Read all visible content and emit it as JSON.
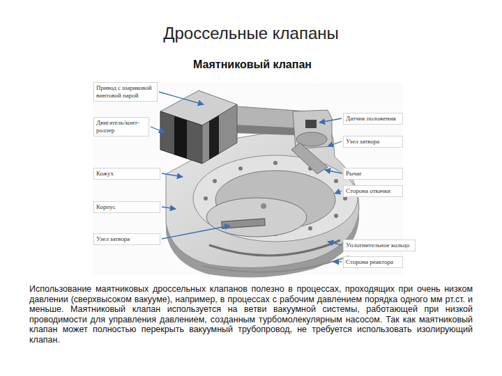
{
  "diagram": {
    "title": "Дроссельные клапаны",
    "caption": "Использование маятниковых дроссельных клапанов полезно в процессах, проходящих при очень низком давлении (сверхвысоком вакууме), например, в процессах с рабочим давлением порядка одного мм рт.ст. и меньше. Маятниковый клапан используется на ветви вакуумной системы, работающей при низкой проводимости для управления давлением, созданным турбомолекулярным насосом. Так как маятниковый клапан может полностью перекрыть вакуумный трубопровод, не требуется использовать изолирующий клапан.",
    "labels": [
      "Маятниковый клапан",
      "Привод с шариковой винтовой парой",
      "Двигатель/конт-роллер",
      "Датчик положения",
      "Узел затвора",
      "Кожух",
      "Рычаг",
      "Сторона откачки",
      "Корпус",
      "Узел затвора",
      "Уплотнительное кольцо",
      "Сторона реактора"
    ]
  }
}
